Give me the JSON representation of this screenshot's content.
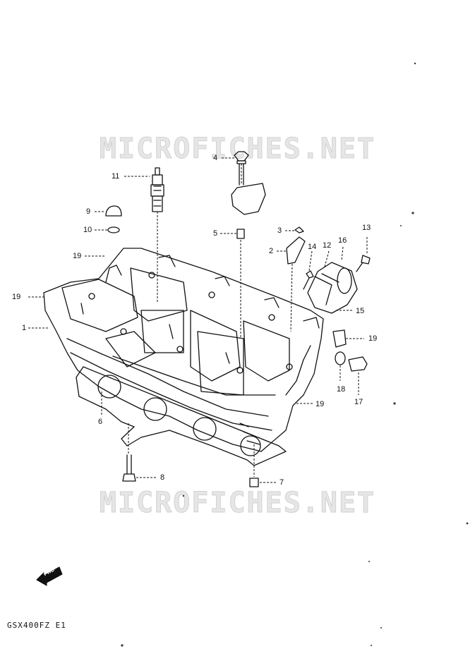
{
  "watermark": {
    "text": "MICROFICHES.NET"
  },
  "model_code": "GSX400FZ E1",
  "front_marker": "FWD",
  "colors": {
    "ink": "#111111",
    "watermark": "#e6e6e6"
  },
  "parts": [
    {
      "ref": "1"
    },
    {
      "ref": "2"
    },
    {
      "ref": "3"
    },
    {
      "ref": "4"
    },
    {
      "ref": "5"
    },
    {
      "ref": "6"
    },
    {
      "ref": "7"
    },
    {
      "ref": "8"
    },
    {
      "ref": "9"
    },
    {
      "ref": "10"
    },
    {
      "ref": "11"
    },
    {
      "ref": "12"
    },
    {
      "ref": "13"
    },
    {
      "ref": "14"
    },
    {
      "ref": "15"
    },
    {
      "ref": "16"
    },
    {
      "ref": "17"
    },
    {
      "ref": "18"
    },
    {
      "ref": "19"
    },
    {
      "ref": "19"
    },
    {
      "ref": "19"
    },
    {
      "ref": "19"
    }
  ]
}
